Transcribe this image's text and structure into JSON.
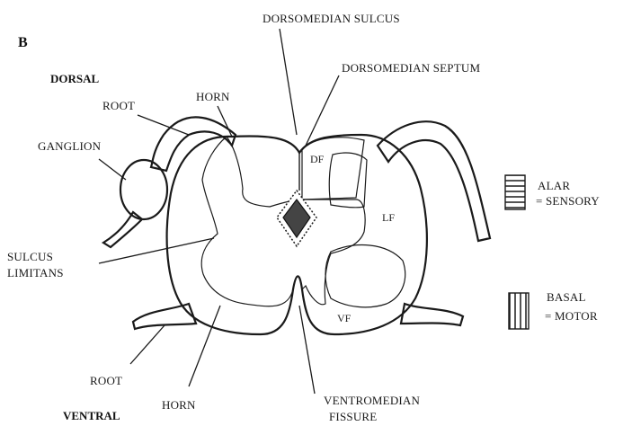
{
  "figure": {
    "panel_letter": "B",
    "labels": {
      "dorsal": "DORSAL",
      "ventral": "VENTRAL",
      "root_top": "ROOT",
      "root_bottom": "ROOT",
      "horn_top": "HORN",
      "horn_bottom": "HORN",
      "ganglion": "GANGLION",
      "sulcus_line1": "SULCUS",
      "sulcus_line2": "LIMITANS",
      "dorsomedian_sulcus": "DORSOMEDIAN SULCUS",
      "dorsomedian_septum": "DORSOMEDIAN SEPTUM",
      "ventromedian_line1": "VENTROMEDIAN",
      "ventromedian_line2": "FISSURE",
      "df": "DF",
      "lf": "LF",
      "vf": "VF"
    },
    "legend": {
      "alar_line1": "ALAR",
      "alar_line2": "= SENSORY",
      "basal_line1": "BASAL",
      "basal_line2": "= MOTOR"
    }
  }
}
